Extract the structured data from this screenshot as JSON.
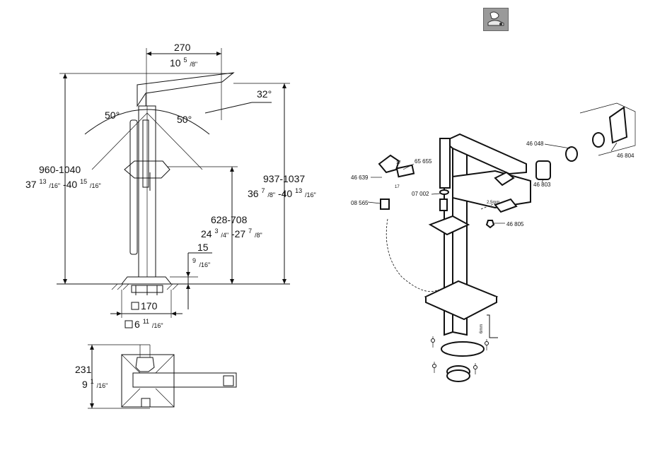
{
  "dimensions": {
    "width_top": {
      "mm": "270",
      "inch_whole": "10",
      "inch_num": "5",
      "inch_den": "/8\""
    },
    "angle_right": "32°",
    "angle_left_a": "50°",
    "angle_left_b": "50°",
    "height_total": {
      "mm": "960-1040",
      "in_a_whole": "37",
      "in_a_num": "13",
      "in_a_den": "/16\"",
      "in_b_whole": "-40",
      "in_b_num": "15",
      "in_b_den": "/16\""
    },
    "height_right": {
      "mm": "937-1037",
      "in_a_whole": "36",
      "in_a_num": "7",
      "in_a_den": "/8\"",
      "in_b_whole": "-40",
      "in_b_num": "13",
      "in_b_den": "/16\""
    },
    "height_mid": {
      "mm": "628-708",
      "in_a_whole": "24",
      "in_a_num": "3",
      "in_a_den": "/4\"",
      "in_b_whole": "-27",
      "in_b_num": "7",
      "in_b_den": "/8\""
    },
    "base_height": {
      "mm": "15",
      "in_num": "9",
      "in_den": "/16\""
    },
    "base_square": {
      "mm": "170",
      "inch_whole": "6",
      "inch_num": "11",
      "inch_den": "/16\""
    },
    "plan_depth": {
      "mm": "231",
      "inch_whole": "9",
      "inch_num": "1",
      "inch_den": "/16\""
    }
  },
  "part_numbers": {
    "p46639": "46 639",
    "p65655": "65 655",
    "p07002": "07 002",
    "p08565": "08 565",
    "p46048": "46 048",
    "p46803": "46 803",
    "p46805": "46 805",
    "p46804": "46 804"
  },
  "tool_labels": {
    "hex_small": "2,5mm",
    "hex_large": "6mm",
    "nut": "17",
    "spanner": "17"
  }
}
